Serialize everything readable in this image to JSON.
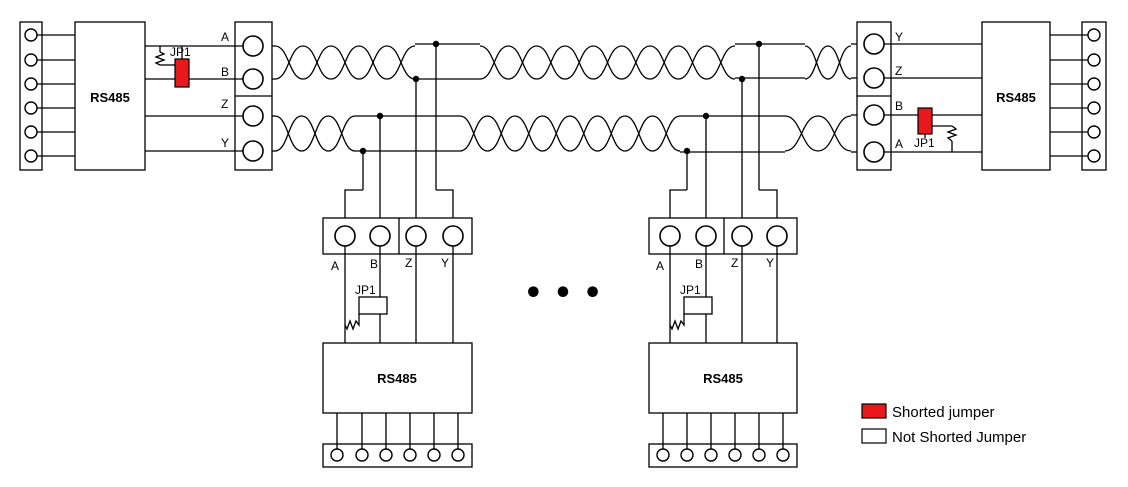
{
  "module_label": "RS485",
  "jumper_label": "JP1",
  "terminal_labels": {
    "a": "A",
    "b": "B",
    "z": "Z",
    "y": "Y"
  },
  "continuation_mark": "• • •",
  "legend": {
    "shorted": {
      "text": "Shorted jumper",
      "color": "#e8191d"
    },
    "not_shorted": {
      "text": "Not Shorted Jumper",
      "color": "#ffffff"
    }
  }
}
